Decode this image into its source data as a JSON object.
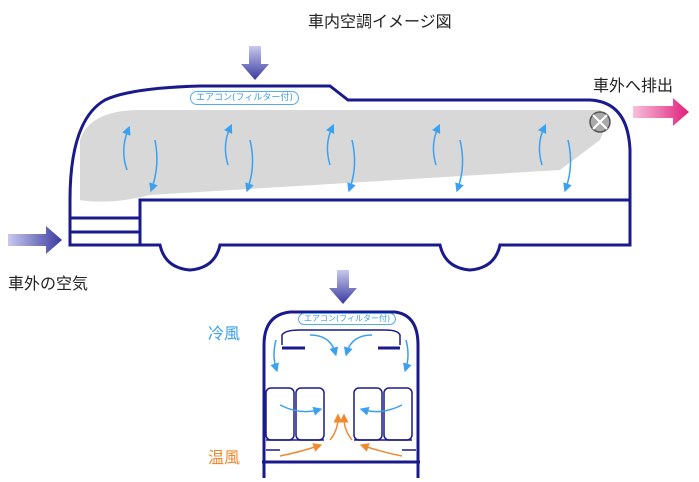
{
  "title": "車内空調イメージ図",
  "labels": {
    "exhaust": "車外へ排出",
    "outside_air": "車外の空気",
    "cool_air": "冷風",
    "warm_air": "温風",
    "aircon_side": "エアコン(フィルター付)",
    "aircon_front": "エアコン(フィルター付)"
  },
  "colors": {
    "bus": "#1a1a8c",
    "cool": "#3aa0f0",
    "warm": "#f08a30",
    "intake_arrow": "#4a4ab0",
    "exhaust_arrow": "#e0408a"
  }
}
